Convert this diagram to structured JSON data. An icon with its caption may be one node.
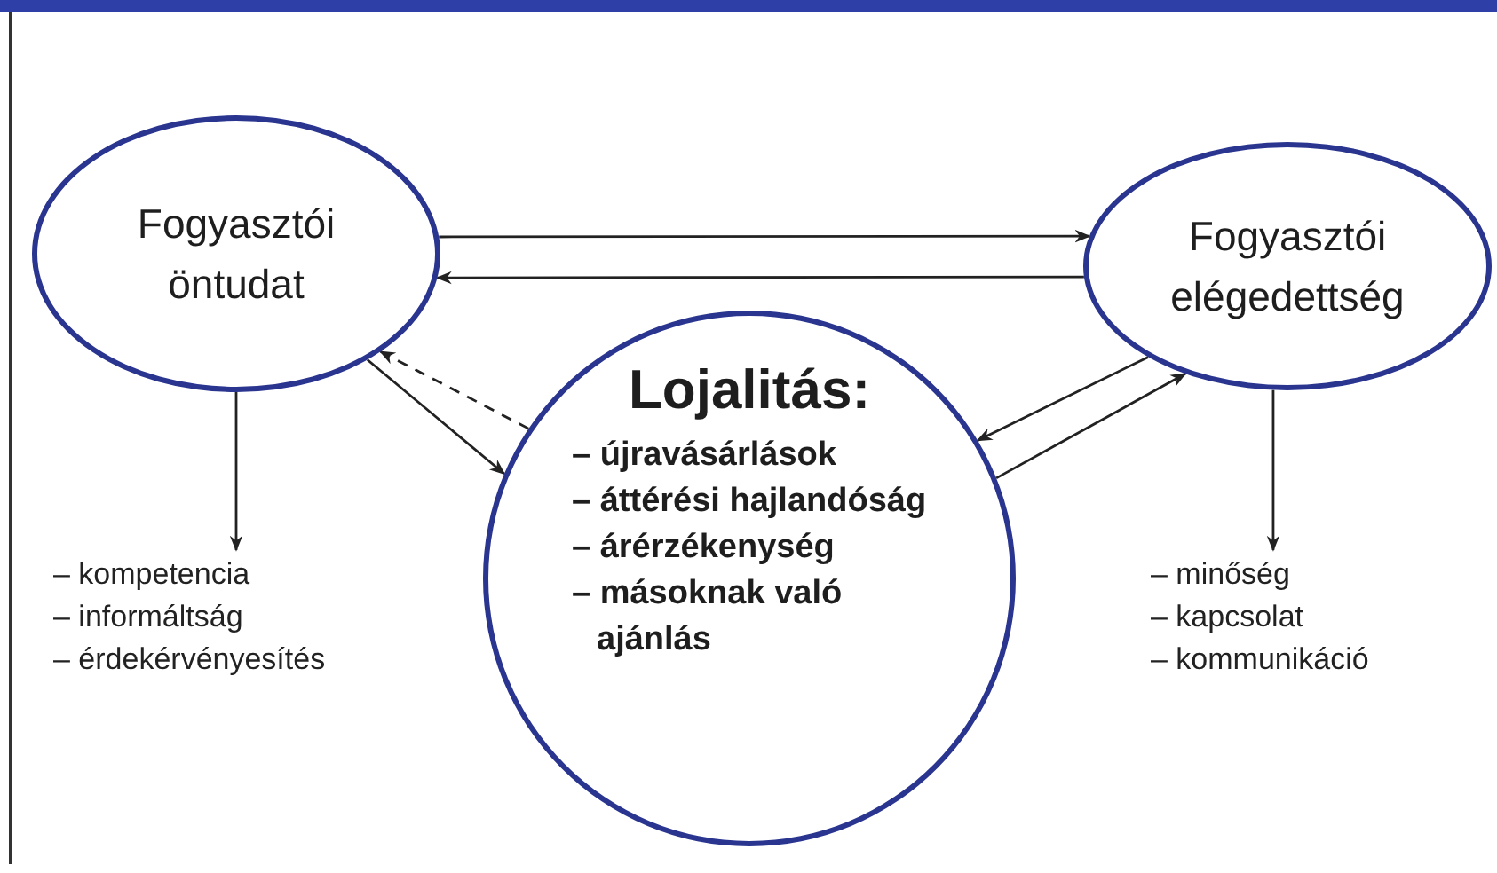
{
  "diagram": {
    "nodes": [
      {
        "text": [
          "Fogyasztói öntudat"
        ]
      },
      {
        "text": [
          "Fogyasztói elégedettség"
        ]
      },
      {
        "text": [
          "Lojalitás:",
          "– újravásárlások",
          "– áttérési hajlandóság",
          "– árérzékenység",
          "– másoknak való ajánlás"
        ]
      },
      {
        "text": [
          "– kompetencia",
          "– informáltság",
          "– érdekérvényesítés"
        ]
      },
      {
        "text": [
          "– minőség",
          "– kapcsolat",
          "– kommunikáció"
        ]
      }
    ],
    "edges": [
      {
        "from": 0,
        "to": 1,
        "arrow": "to"
      },
      {
        "from": 1,
        "to": 0,
        "arrow": "to"
      },
      {
        "from": 2,
        "to": 0,
        "arrow": "to",
        "style": "dashed"
      },
      {
        "from": 0,
        "to": 2,
        "arrow": "to"
      },
      {
        "from": 1,
        "to": 2,
        "arrow": "to"
      },
      {
        "from": 2,
        "to": 1,
        "arrow": "to"
      },
      {
        "from": 0,
        "to": 3,
        "arrow": "to"
      },
      {
        "from": 1,
        "to": 4,
        "arrow": "to"
      }
    ]
  }
}
